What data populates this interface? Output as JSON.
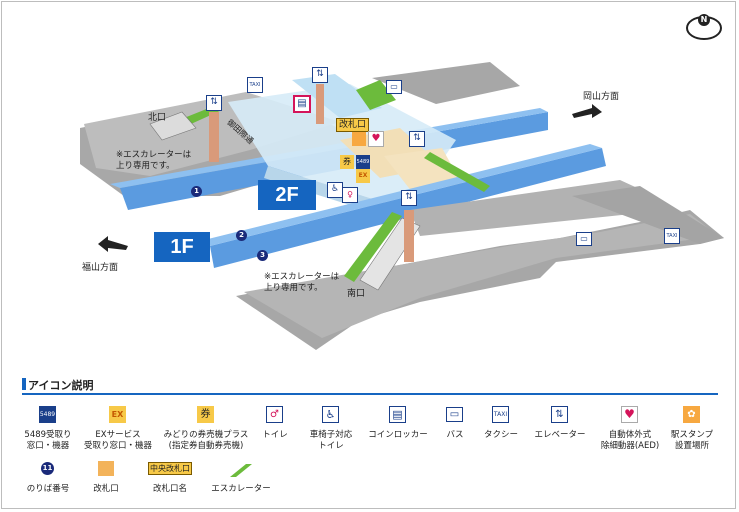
{
  "map": {
    "floors": {
      "second": "2F",
      "first": "1F"
    },
    "labels": {
      "north_exit": "北口",
      "south_exit": "南口",
      "okayama_dir": "岡山方面",
      "fukuyama_dir": "福山方面",
      "gate": "改札口",
      "sanyo_walk": "御田際通"
    },
    "notes": {
      "escalator_up_north": "※エスカレーターは\n上り専用です。",
      "escalator_up_south": "※エスカレーターは\n上り専用です。"
    },
    "platforms": [
      "1",
      "2",
      "3"
    ]
  },
  "legend": {
    "title": "アイコン説明",
    "items": [
      {
        "label": "5489受取り\n窓口・機器",
        "icon": "ticket-office-5489-icon"
      },
      {
        "label": "EXサービス\n受取り窓口・機器",
        "icon": "ex-service-icon"
      },
      {
        "label": "みどりの券売機プラス\n(指定券自動券売機)",
        "icon": "ticket-machine-icon"
      },
      {
        "label": "トイレ",
        "icon": "toilet-icon"
      },
      {
        "label": "車椅子対応\nトイレ",
        "icon": "wheelchair-icon"
      },
      {
        "label": "コインロッカー",
        "icon": "coin-locker-icon"
      },
      {
        "label": "バス",
        "icon": "bus-icon"
      },
      {
        "label": "タクシー",
        "icon": "taxi-icon"
      },
      {
        "label": "エレベーター",
        "icon": "elevator-icon"
      },
      {
        "label": "自動体外式\n除細動器(AED)",
        "icon": "aed-icon"
      },
      {
        "label": "駅スタンプ\n設置場所",
        "icon": "station-stamp-icon"
      },
      {
        "label": "のりば番号",
        "icon": "platform-number-icon"
      },
      {
        "label": "改札口",
        "icon": "ticket-gate-icon"
      },
      {
        "label": "改札口名",
        "icon": "gate-name-icon"
      },
      {
        "label": "エスカレーター",
        "icon": "escalator-icon"
      }
    ],
    "gate_name_sample": "中央改札口",
    "platform_sample": "11",
    "taxi_text": "TAXI",
    "aed_text": "AED",
    "ex_text": "EX",
    "sample_5489": "5489"
  },
  "compass": {
    "north": "N"
  },
  "colors": {
    "track": "#4a90e2",
    "floor_label": "#1565c0",
    "concourse": "#cfe6f5",
    "structure": "#a9a9a9"
  }
}
